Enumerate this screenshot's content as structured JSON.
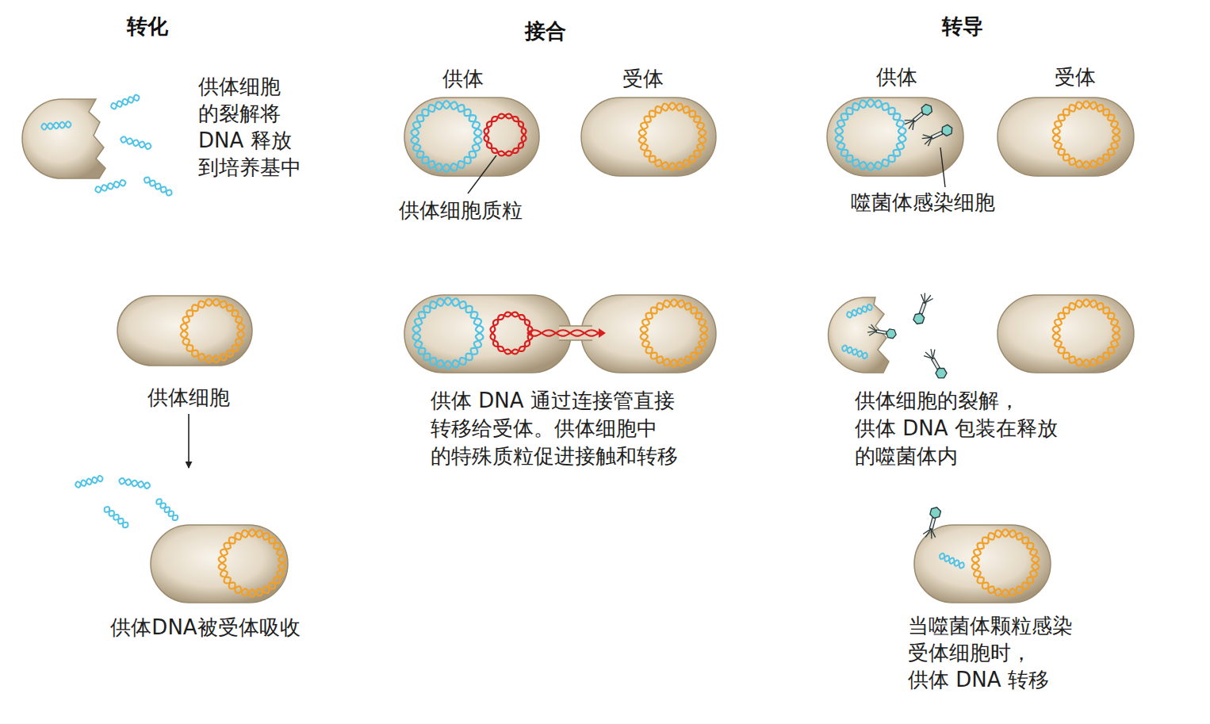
{
  "diagram": {
    "nodes": [
      {
        "text": [
          "供体细胞"
        ]
      },
      {
        "text": [
          "供体DNA被受体吸收"
        ]
      }
    ],
    "edges": [
      {
        "from": 0,
        "to": 1,
        "arrow": "to"
      }
    ],
    "labels": [
      "转化",
      "接合",
      "转导",
      "供体细胞 的裂解将 DNA 释放 到培养基中",
      "供体",
      "受体",
      "供体细胞质粒",
      "供体",
      "受体",
      "噬菌体感染细胞",
      "供体 DNA 通过连接管直接 转移给受体。供体细胞中 的特殊质粒促进接触和转移",
      "供体细胞的裂解， 供体 DNA 包装在释放 的噬菌体内",
      "当噬菌体颗粒感染 受体细胞时， 供体 DNA 转移"
    ]
  }
}
